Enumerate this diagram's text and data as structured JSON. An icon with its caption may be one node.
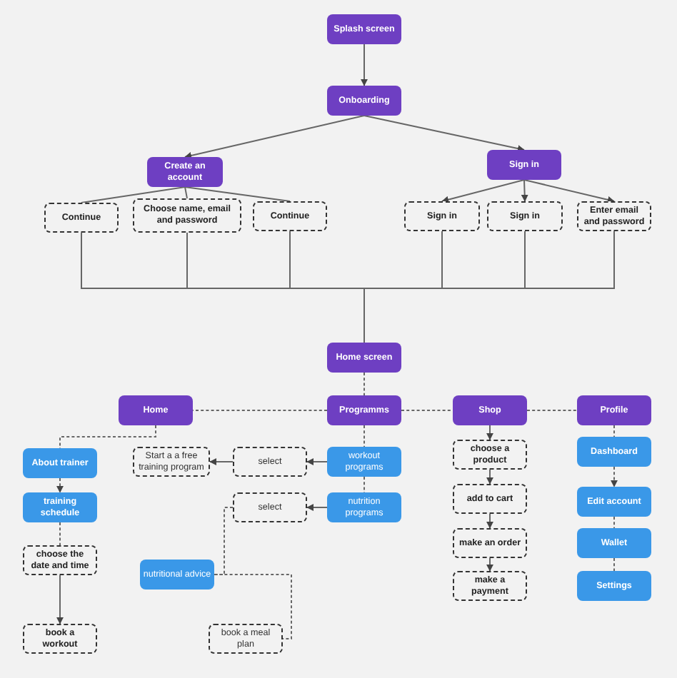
{
  "diagram": {
    "nodes": [
      {
        "text": [
          "Splash screen"
        ]
      },
      {
        "text": [
          "Onboarding"
        ]
      },
      {
        "text": [
          "Create an account"
        ]
      },
      {
        "text": [
          "Sign in"
        ]
      },
      {
        "text": [
          "Continue"
        ]
      },
      {
        "text": [
          "Choose name, email and password"
        ]
      },
      {
        "text": [
          "Continue"
        ]
      },
      {
        "text": [
          "Sign in"
        ]
      },
      {
        "text": [
          "Sign in"
        ]
      },
      {
        "text": [
          "Enter email and password"
        ]
      },
      {
        "text": [
          "Home screen"
        ]
      },
      {
        "text": [
          "Home"
        ]
      },
      {
        "text": [
          "Programms"
        ]
      },
      {
        "text": [
          "Shop"
        ]
      },
      {
        "text": [
          "Profile"
        ]
      },
      {
        "text": [
          "About trainer"
        ]
      },
      {
        "text": [
          "training schedule"
        ]
      },
      {
        "text": [
          "choose the date and time"
        ]
      },
      {
        "text": [
          "book a workout"
        ]
      },
      {
        "text": [
          "Start a a free training program"
        ]
      },
      {
        "text": [
          "select"
        ]
      },
      {
        "text": [
          "workout programs"
        ]
      },
      {
        "text": [
          "select"
        ]
      },
      {
        "text": [
          "nutrition programs"
        ]
      },
      {
        "text": [
          "nutritional advice"
        ]
      },
      {
        "text": [
          "book a meal plan"
        ]
      },
      {
        "text": [
          "choose a product"
        ]
      },
      {
        "text": [
          "add to cart"
        ]
      },
      {
        "text": [
          "make an order"
        ]
      },
      {
        "text": [
          "make a payment"
        ]
      },
      {
        "text": [
          "Dashboard"
        ]
      },
      {
        "text": [
          "Edit account"
        ]
      },
      {
        "text": [
          "Wallet"
        ]
      },
      {
        "text": [
          "Settings"
        ]
      }
    ],
    "edges": [
      {
        "from": 0,
        "to": 1,
        "arrow": "to"
      },
      {
        "from": 1,
        "to": 2,
        "arrow": "to"
      },
      {
        "from": 1,
        "to": 3,
        "arrow": "to"
      },
      {
        "from": 2,
        "to": 4,
        "arrow": "none"
      },
      {
        "from": 2,
        "to": 5,
        "arrow": "none"
      },
      {
        "from": 2,
        "to": 6,
        "arrow": "none"
      },
      {
        "from": 3,
        "to": 7,
        "arrow": "to"
      },
      {
        "from": 3,
        "to": 8,
        "arrow": "to"
      },
      {
        "from": 3,
        "to": 9,
        "arrow": "to"
      },
      {
        "from": 4,
        "to": 10,
        "arrow": "none"
      },
      {
        "from": 5,
        "to": 10,
        "arrow": "none"
      },
      {
        "from": 6,
        "to": 10,
        "arrow": "none"
      },
      {
        "from": 7,
        "to": 10,
        "arrow": "none"
      },
      {
        "from": 8,
        "to": 10,
        "arrow": "none"
      },
      {
        "from": 9,
        "to": 10,
        "arrow": "none"
      },
      {
        "from": 10,
        "to": 12,
        "arrow": "none",
        "style": "dashed"
      },
      {
        "from": 12,
        "to": 11,
        "arrow": "none",
        "style": "dashed"
      },
      {
        "from": 12,
        "to": 13,
        "arrow": "none",
        "style": "dashed"
      },
      {
        "from": 13,
        "to": 14,
        "arrow": "none",
        "style": "dashed"
      },
      {
        "from": 11,
        "to": 15,
        "arrow": "none",
        "style": "dashed"
      },
      {
        "from": 15,
        "to": 16,
        "arrow": "to",
        "style": "dashed"
      },
      {
        "from": 16,
        "to": 17,
        "arrow": "none",
        "style": "dashed"
      },
      {
        "from": 17,
        "to": 18,
        "arrow": "to"
      },
      {
        "from": 12,
        "to": 21,
        "arrow": "none",
        "style": "dashed"
      },
      {
        "from": 21,
        "to": 23,
        "arrow": "none",
        "style": "dashed"
      },
      {
        "from": 21,
        "to": 20,
        "arrow": "to"
      },
      {
        "from": 20,
        "to": 19,
        "arrow": "to"
      },
      {
        "from": 23,
        "to": 22,
        "arrow": "to"
      },
      {
        "from": 22,
        "to": 24,
        "arrow": "none",
        "style": "dashed"
      },
      {
        "from": 24,
        "to": 25,
        "arrow": "none",
        "style": "dashed"
      },
      {
        "from": 13,
        "to": 26,
        "arrow": "to"
      },
      {
        "from": 26,
        "to": 27,
        "arrow": "to"
      },
      {
        "from": 27,
        "to": 28,
        "arrow": "to"
      },
      {
        "from": 28,
        "to": 29,
        "arrow": "to"
      },
      {
        "from": 14,
        "to": 30,
        "arrow": "none",
        "style": "dashed"
      },
      {
        "from": 30,
        "to": 31,
        "arrow": "to",
        "style": "dashed"
      },
      {
        "from": 31,
        "to": 32,
        "arrow": "none",
        "style": "dashed"
      },
      {
        "from": 32,
        "to": 33,
        "arrow": "none",
        "style": "dashed"
      }
    ]
  }
}
